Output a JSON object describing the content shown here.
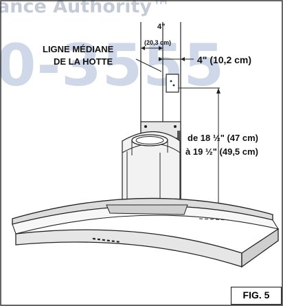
{
  "watermark": {
    "line1": "ance Authority™",
    "line2": "0-3555"
  },
  "labels": {
    "centerline": [
      "LIGNE MÉDIANE",
      "DE LA HOTTE"
    ],
    "width_in": "4\"",
    "width_cm": "(20,3 cm)",
    "offset": "4\" (10,2 cm)",
    "height": [
      "de 18 ½\" (47 cm)",
      "à 19 ½\" (49,5 cm)"
    ]
  },
  "figure_label": "FIG. 5"
}
